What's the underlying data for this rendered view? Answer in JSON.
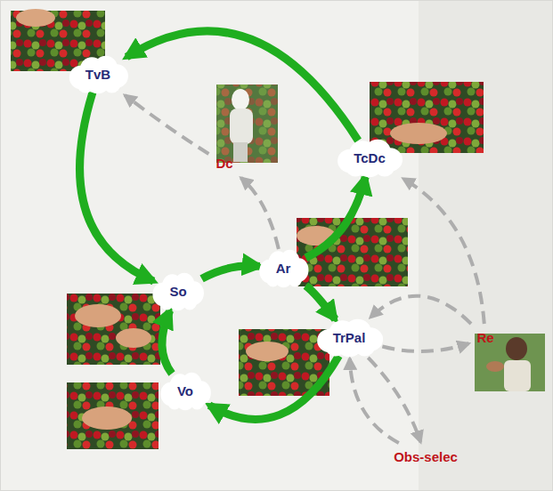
{
  "diagram": {
    "nodes": [
      {
        "text": [
          "TvB"
        ]
      },
      {
        "text": [
          "Dc"
        ]
      },
      {
        "text": [
          "TcDc"
        ]
      },
      {
        "text": [
          "So"
        ]
      },
      {
        "text": [
          "Ar"
        ]
      },
      {
        "text": [
          "TrPal"
        ]
      },
      {
        "text": [
          "Re"
        ]
      },
      {
        "text": [
          "Vo"
        ]
      },
      {
        "text": [
          "Obs-selec"
        ]
      }
    ],
    "edges": [
      {
        "from": 2,
        "to": 0,
        "arrow": "to"
      },
      {
        "from": 0,
        "to": 3,
        "arrow": "to"
      },
      {
        "from": 3,
        "to": 4,
        "arrow": "to"
      },
      {
        "from": 4,
        "to": 2,
        "arrow": "to"
      },
      {
        "from": 4,
        "to": 5,
        "arrow": "to"
      },
      {
        "from": 5,
        "to": 7,
        "arrow": "to"
      },
      {
        "from": 7,
        "to": 3,
        "arrow": "to"
      },
      {
        "from": 1,
        "to": 0,
        "arrow": "to"
      },
      {
        "from": 4,
        "to": 1,
        "arrow": "to"
      },
      {
        "from": 6,
        "to": 2,
        "arrow": "to"
      },
      {
        "from": 6,
        "to": 5,
        "arrow": "to"
      },
      {
        "from": 5,
        "to": 6,
        "arrow": "to"
      },
      {
        "from": 5,
        "to": 8,
        "arrow": "to"
      },
      {
        "from": 8,
        "to": 5,
        "arrow": "to"
      }
    ]
  }
}
